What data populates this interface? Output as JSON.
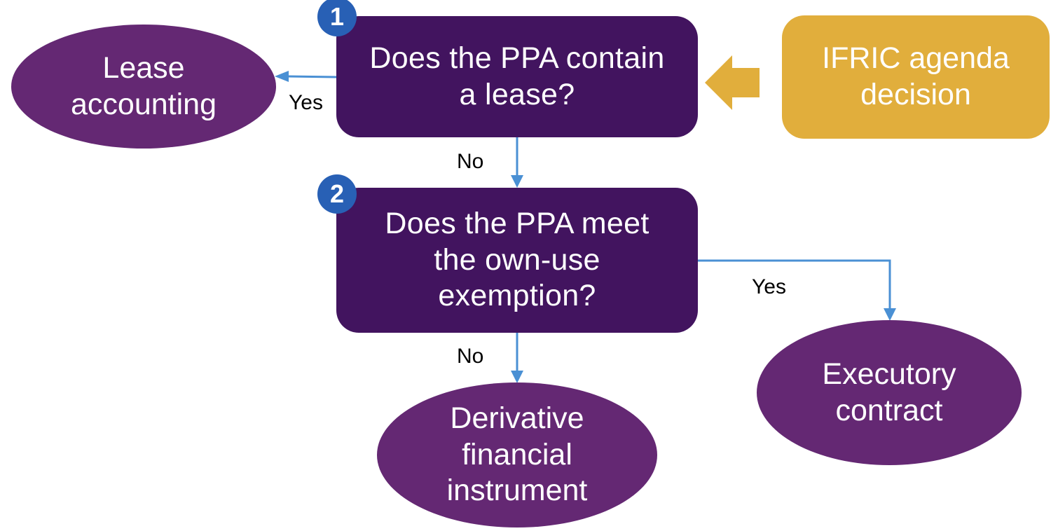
{
  "diagram": {
    "type": "flowchart",
    "colors": {
      "decision_fill": "#42145f",
      "outcome_fill": "#642873",
      "source_fill": "#e1ae3c",
      "badge_fill": "#2860b5",
      "connector": "#4a90d4",
      "source_arrow": "#e1ae3c"
    },
    "steps": [
      {
        "id": "step1",
        "badge": "1",
        "question": "Does the PPA contain\na lease?"
      },
      {
        "id": "step2",
        "badge": "2",
        "question": "Does the PPA meet\nthe own-use\nexemption?"
      }
    ],
    "outcomes": {
      "lease": "Lease\naccounting",
      "derivative": "Derivative\nfinancial\ninstrument",
      "executory": "Executory\ncontract"
    },
    "source": {
      "label": "IFRIC agenda\ndecision"
    },
    "edges": [
      {
        "from": "step1",
        "to": "lease",
        "label": "Yes"
      },
      {
        "from": "step1",
        "to": "step2",
        "label": "No"
      },
      {
        "from": "step2",
        "to": "executory",
        "label": "Yes"
      },
      {
        "from": "step2",
        "to": "derivative",
        "label": "No"
      },
      {
        "from": "source",
        "to": "step1",
        "label": ""
      }
    ]
  }
}
